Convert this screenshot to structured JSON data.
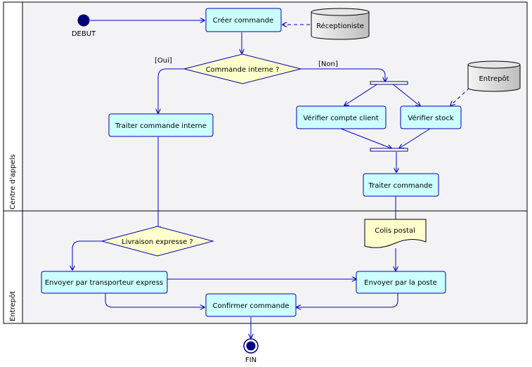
{
  "diagram": {
    "lanes": [
      {
        "id": "lane-centre",
        "label": "Centre d'appels"
      },
      {
        "id": "lane-entrepot",
        "label": "Entrepôt"
      }
    ],
    "start": {
      "label": "DEBUT"
    },
    "end": {
      "label": "FIN"
    },
    "activities": [
      {
        "id": "creer",
        "label": "Créer commande"
      },
      {
        "id": "traiter-interne",
        "label": "Traiter commande interne"
      },
      {
        "id": "verifier-compte",
        "label": "Vérifier compte client"
      },
      {
        "id": "verifier-stock",
        "label": "Vérifier stock"
      },
      {
        "id": "traiter",
        "label": "Traiter commande"
      },
      {
        "id": "envoyer-express",
        "label": "Envoyer par transporteur express"
      },
      {
        "id": "envoyer-poste",
        "label": "Envoyer par la poste"
      },
      {
        "id": "confirmer",
        "label": "Confirmer commande"
      }
    ],
    "decisions": [
      {
        "id": "commande-interne",
        "label": "Commande interne ?"
      },
      {
        "id": "livraison-express",
        "label": "Livraison expresse ?"
      }
    ],
    "datastores": [
      {
        "id": "receptioniste",
        "label": "Réceptioniste"
      },
      {
        "id": "entrepot-store",
        "label": "Entrepôt"
      }
    ],
    "objects": [
      {
        "id": "colis",
        "label": "Colis postal"
      }
    ],
    "guards": [
      {
        "id": "oui",
        "label": "[Oui]"
      },
      {
        "id": "non",
        "label": "[Non]"
      }
    ],
    "colors": {
      "activity_fill": "#CCFFFF",
      "decision_fill": "#FFFFCC",
      "object_fill": "#FFFFCC",
      "node_border": "#0000B0",
      "arrow": "#0000CC",
      "start_fill": "#000080",
      "lane_bg": "#F3F3F5",
      "store_fill": "#D6D6D6"
    }
  }
}
